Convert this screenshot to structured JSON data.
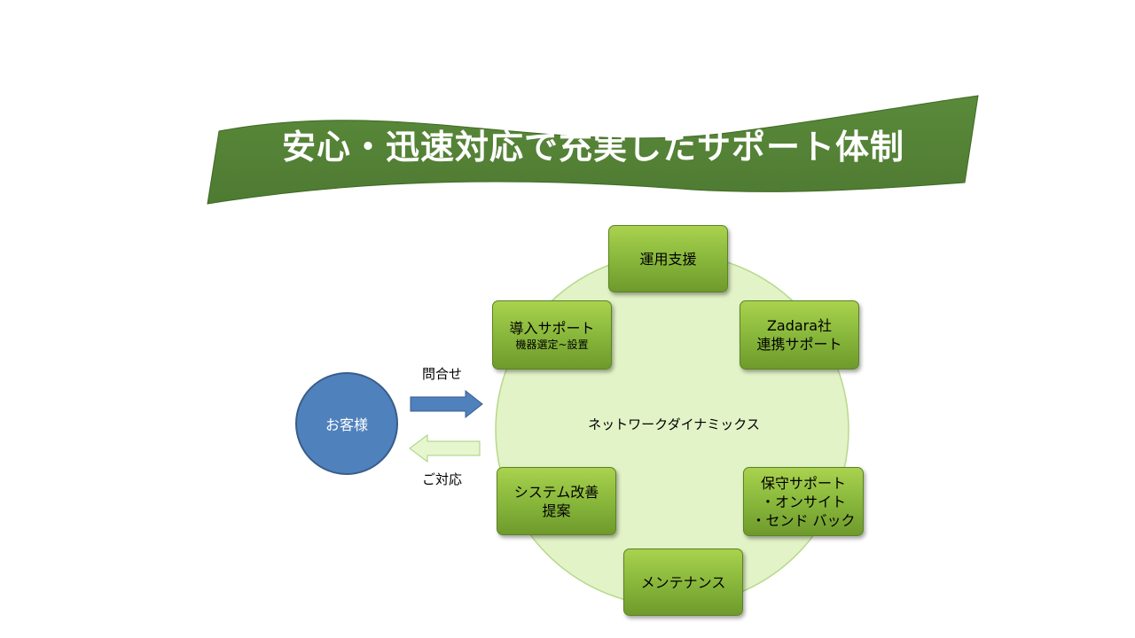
{
  "title": "安心・迅速対応で充実したサポート体制",
  "customer": "お客様",
  "center": "ネットワークダイナミックス",
  "arrow_inquiry": "問合せ",
  "arrow_response": "ご対応",
  "nodes": {
    "operation": {
      "line1": "運用支援"
    },
    "zadara": {
      "line1": "Zadara社",
      "line2": "連携サポート"
    },
    "intro": {
      "line1": "導入サポート",
      "sub": "機器選定~設置"
    },
    "system": {
      "line1": "システム改善",
      "line2": "提案"
    },
    "maintenance_support": {
      "line1": "保守サポート",
      "line2": "・オンサイト",
      "line3": "・センド バック"
    },
    "maintenance": {
      "line1": "メンテナンス"
    }
  },
  "colors": {
    "banner": "#538135",
    "circle_fill": "#e2f3c7",
    "node_green": "#8cbb3f",
    "customer_blue": "#4f81bd",
    "arrow_blue": "#4f81bd",
    "arrow_light": "#e6f6cf"
  }
}
